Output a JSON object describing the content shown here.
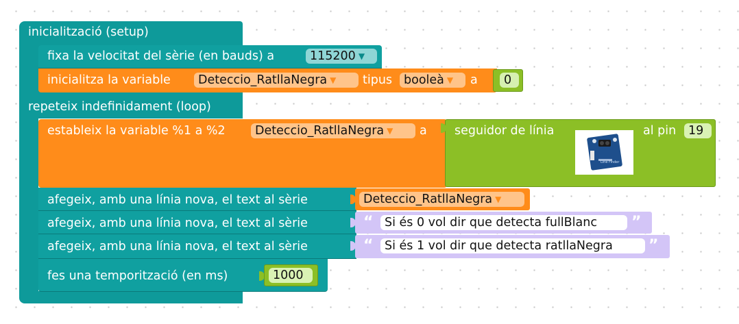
{
  "setup": {
    "header": "inicialització (setup)",
    "serial_speed": {
      "label": "fixa la velocitat del sèrie (en bauds) a",
      "value": "115200"
    },
    "init_var": {
      "label": "inicialitza la variable",
      "variable": "Deteccio_RatllaNegra",
      "type_label": "tipus",
      "type_value": "booleà",
      "to_label": "a",
      "value": "0"
    }
  },
  "loop": {
    "header": "repeteix indefinidament (loop)",
    "set_var": {
      "label": "estableix la variable %1 a %2",
      "variable": "Deteccio_RatllaNegra",
      "to_label": "a"
    },
    "sensor": {
      "label": "seguidor de línia",
      "pin_label": "al pin",
      "pin_value": "19",
      "image_caption": "Line Finder",
      "image_icon": "line-finder-sensor-image"
    },
    "print1": {
      "label": "afegeix, amb una línia nova, el text al sèrie",
      "variable": "Deteccio_RatllaNegra"
    },
    "print2": {
      "label": "afegeix, amb una línia nova, el text al sèrie",
      "text": "Si és 0 vol dir que detecta fullBlanc"
    },
    "print3": {
      "label": "afegeix, amb una línia nova, el text al sèrie",
      "text": "Si és 1 vol dir que detecta ratllaNegra"
    },
    "delay": {
      "label": "fes una temporització (en ms)",
      "value": "1000"
    }
  },
  "colors": {
    "teal": "#0e9a9a",
    "orange": "#ff8c1a",
    "green": "#8cbf26",
    "lavender": "#d3c5f7"
  }
}
